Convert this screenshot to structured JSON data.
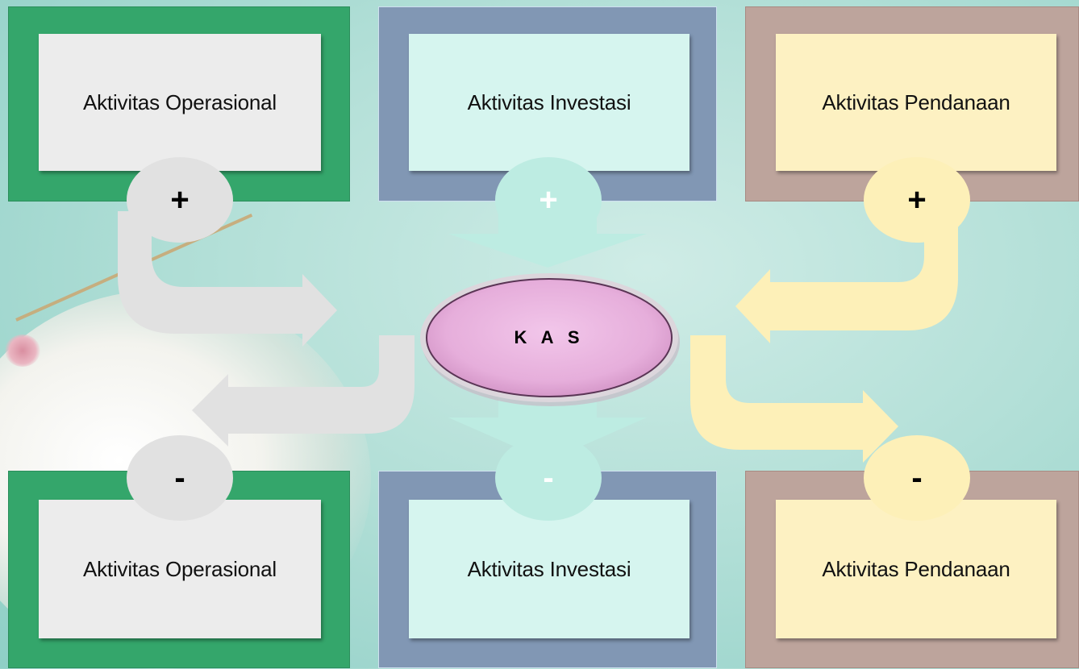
{
  "boxes": {
    "top_left": "Aktivitas Operasional",
    "top_center": "Aktivitas Investasi",
    "top_right": "Aktivitas Pendanaan",
    "bottom_left": "Aktivitas Operasional",
    "bottom_center": "Aktivitas Investasi",
    "bottom_right": "Aktivitas Pendanaan"
  },
  "signs": {
    "top_left": "+",
    "top_center": "+",
    "top_right": "+",
    "bottom_left": "-",
    "bottom_center": "-",
    "bottom_right": "-"
  },
  "center": {
    "label": "K A S"
  },
  "colors": {
    "green_frame": "#34a66b",
    "blue_frame": "#8197b4",
    "rose_frame": "#bda49c",
    "grey_fill": "#ececec",
    "aqua_fill": "#d6f5ef",
    "cream_fill": "#fdf1c2",
    "kas_fill": "#e8b3de"
  }
}
